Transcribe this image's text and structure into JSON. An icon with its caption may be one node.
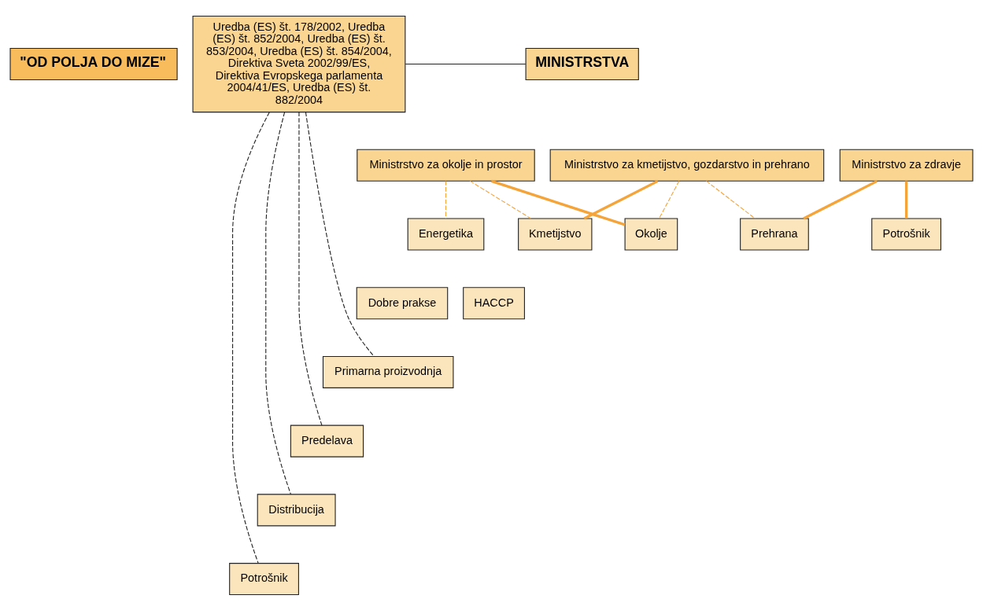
{
  "diagram": {
    "nodes": [
      {
        "text": [
          "\"OD POLJA DO MIZE\""
        ]
      },
      {
        "text": [
          "Uredba (ES) št. 178/2002, Uredba (ES) št. 852/2004, Uredba (ES) št. 853/2004, Uredba (ES) št. 854/2004, Direktiva Sveta 2002/99/ES, Direktiva Evropskega parlamenta 2004/41/ES, Uredba (ES) št. 882/2004"
        ]
      },
      {
        "text": [
          "MINISTRSTVA"
        ]
      },
      {
        "text": [
          "Ministrstvo za okolje in prostor"
        ]
      },
      {
        "text": [
          "Ministrstvo za kmetijstvo, gozdarstvo in prehrano"
        ]
      },
      {
        "text": [
          "Ministrstvo za zdravje"
        ]
      },
      {
        "text": [
          "Energetika"
        ]
      },
      {
        "text": [
          "Okolje"
        ]
      },
      {
        "text": [
          "Kmetijstvo"
        ]
      },
      {
        "text": [
          "Prehrana"
        ]
      },
      {
        "text": [
          "Potrošnik"
        ]
      },
      {
        "text": [
          "Dobre prakse"
        ]
      },
      {
        "text": [
          "HACCP"
        ]
      },
      {
        "text": [
          "Primarna proizvodnja"
        ]
      },
      {
        "text": [
          "Predelava"
        ]
      },
      {
        "text": [
          "Distribucija"
        ]
      },
      {
        "text": [
          "Potrošnik"
        ]
      }
    ],
    "edges": [
      {
        "from": 1,
        "to": 2,
        "arrow": "none",
        "color": "#222222"
      },
      {
        "from": 3,
        "to": 6,
        "arrow": "none",
        "style": "dashed",
        "color": "#f5a43a"
      },
      {
        "from": 3,
        "to": 7,
        "arrow": "none",
        "style": "thick",
        "color": "#f5a43a"
      },
      {
        "from": 3,
        "to": 8,
        "arrow": "none",
        "style": "dashed",
        "color": "#f5a43a"
      },
      {
        "from": 4,
        "to": 7,
        "arrow": "none",
        "style": "dashed",
        "color": "#f5a43a"
      },
      {
        "from": 4,
        "to": 8,
        "arrow": "none",
        "style": "thick",
        "color": "#f5a43a"
      },
      {
        "from": 4,
        "to": 9,
        "arrow": "none",
        "style": "dashed",
        "color": "#f5a43a"
      },
      {
        "from": 5,
        "to": 9,
        "arrow": "none",
        "style": "thick",
        "color": "#f5a43a"
      },
      {
        "from": 5,
        "to": 10,
        "arrow": "none",
        "style": "thick",
        "color": "#f5a43a"
      },
      {
        "from": 1,
        "to": 13,
        "arrow": "none",
        "style": "dashed",
        "color": "#222222"
      },
      {
        "from": 1,
        "to": 14,
        "arrow": "none",
        "style": "dashed",
        "color": "#222222"
      },
      {
        "from": 1,
        "to": 15,
        "arrow": "none",
        "style": "dashed",
        "color": "#222222"
      },
      {
        "from": 1,
        "to": 16,
        "arrow": "none",
        "style": "dashed",
        "color": "#222222"
      }
    ]
  }
}
